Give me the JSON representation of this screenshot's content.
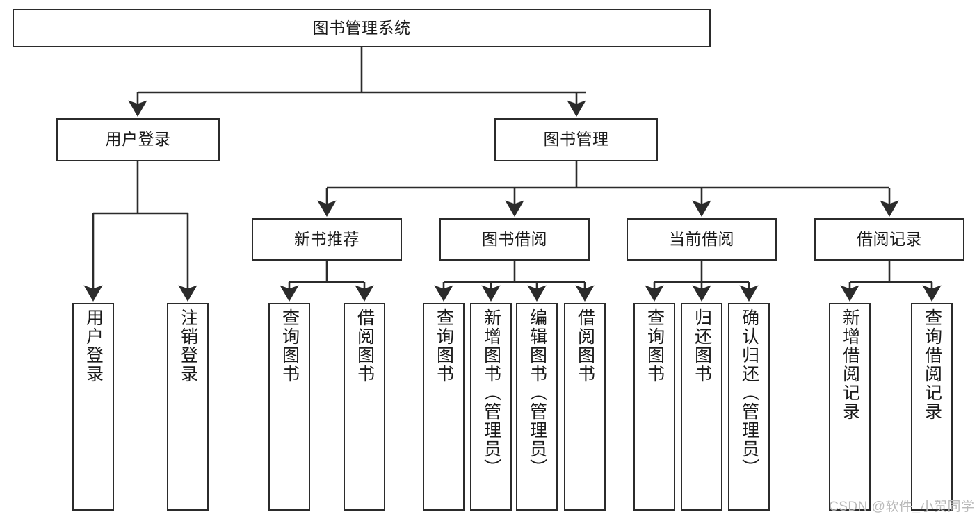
{
  "diagram": {
    "title": "图书管理系统",
    "type": "tree",
    "watermark": "CSDN @软件_小贺同学",
    "colors": {
      "stroke": "#2b2b2b",
      "fill": "#ffffff",
      "text": "#1a1a1a",
      "watermark": "#b9b9b9"
    },
    "nodes": {
      "root": {
        "label": "图书管理系统"
      },
      "level2": [
        {
          "id": "user-login",
          "label": "用户登录"
        },
        {
          "id": "book-manage",
          "label": "图书管理"
        }
      ],
      "level3": [
        {
          "id": "new-book-recommend",
          "label": "新书推荐"
        },
        {
          "id": "book-borrow",
          "label": "图书借阅"
        },
        {
          "id": "current-borrow",
          "label": "当前借阅"
        },
        {
          "id": "borrow-record",
          "label": "借阅记录"
        }
      ],
      "leaves": {
        "user_login": [
          {
            "id": "leaf-user-login",
            "label": "用户登录"
          },
          {
            "id": "leaf-logout-login",
            "label": "注销登录"
          }
        ],
        "new_book_recommend": [
          {
            "id": "leaf-query-book-1",
            "label": "查询图书"
          },
          {
            "id": "leaf-borrow-book-1",
            "label": "借阅图书"
          }
        ],
        "book_borrow": [
          {
            "id": "leaf-query-book-2",
            "label": "查询图书"
          },
          {
            "id": "leaf-add-book",
            "label": "新增图书（管理员）"
          },
          {
            "id": "leaf-edit-book",
            "label": "编辑图书（管理员）"
          },
          {
            "id": "leaf-borrow-book-2",
            "label": "借阅图书"
          }
        ],
        "current_borrow": [
          {
            "id": "leaf-query-book-3",
            "label": "查询图书"
          },
          {
            "id": "leaf-return-book",
            "label": "归还图书"
          },
          {
            "id": "leaf-confirm-return",
            "label": "确认归还（管理员）"
          }
        ],
        "borrow_record": [
          {
            "id": "leaf-add-record",
            "label": "新增借阅记录"
          },
          {
            "id": "leaf-query-record",
            "label": "查询借阅记录"
          }
        ]
      }
    }
  }
}
